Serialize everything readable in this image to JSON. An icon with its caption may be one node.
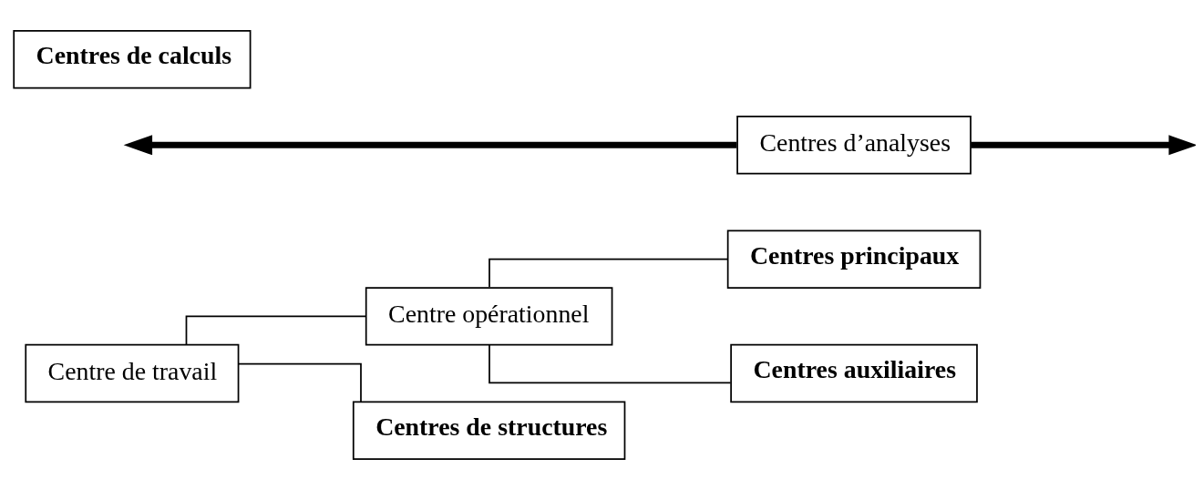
{
  "diagram": {
    "nodes": [
      {
        "text": [
          "Centre de travail"
        ]
      },
      {
        "text": [
          "Centre opérationnel"
        ]
      },
      {
        "text": [
          "Centres de structures"
        ]
      },
      {
        "text": [
          "Centres principaux"
        ]
      },
      {
        "text": [
          "Centres auxiliaires"
        ]
      },
      {
        "text": [
          "Centres d’analyses"
        ]
      },
      {
        "text": [
          "Centres de calculs"
        ]
      }
    ],
    "edges": [
      {
        "from": 0,
        "to": 1,
        "arrow": "none"
      },
      {
        "from": 0,
        "to": 2,
        "arrow": "none"
      },
      {
        "from": 1,
        "to": 3,
        "arrow": "none"
      },
      {
        "from": 1,
        "to": 4,
        "arrow": "none"
      },
      {
        "from": 5,
        "to": null,
        "arrow": "to",
        "style": "thick"
      },
      {
        "from": 5,
        "to": null,
        "arrow": "to",
        "style": "thick"
      }
    ]
  }
}
